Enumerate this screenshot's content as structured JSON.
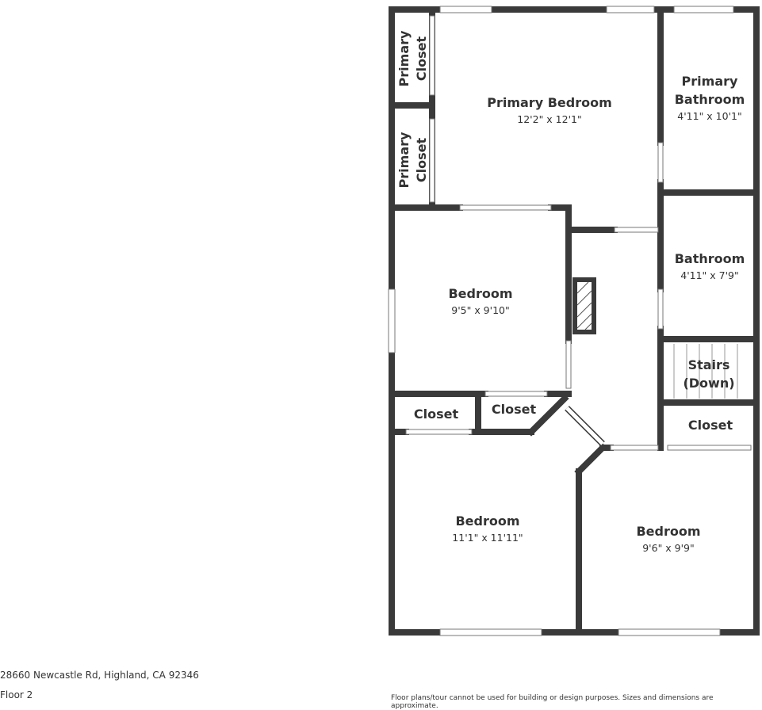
{
  "plan": {
    "rooms": [
      {
        "name": "Primary Closet",
        "line1": "Primary",
        "line2": "Closet"
      },
      {
        "name": "Primary Closet",
        "line1": "Primary",
        "line2": "Closet"
      },
      {
        "name": "Primary Bedroom",
        "dims": "12'2\" x 12'1\""
      },
      {
        "name": "Primary Bathroom",
        "line1": "Primary",
        "line2": "Bathroom",
        "dims": "4'11\" x 10'1\""
      },
      {
        "name": "Bedroom",
        "dims": "9'5\" x 9'10\""
      },
      {
        "name": "Bathroom",
        "dims": "4'11\" x 7'9\""
      },
      {
        "name": "Stairs (Down)",
        "line1": "Stairs",
        "line2": "(Down)"
      },
      {
        "name": "Closet"
      },
      {
        "name": "Closet"
      },
      {
        "name": "Closet"
      },
      {
        "name": "Bedroom",
        "dims": "11'1\" x 11'11\""
      },
      {
        "name": "Bedroom",
        "dims": "9'6\" x 9'9\""
      }
    ],
    "wall_color": "#3a3a3a"
  },
  "footer": {
    "address": "28660 Newcastle Rd, Highland, CA 92346",
    "floor": "Floor 2",
    "disclaimer": "Floor plans/tour cannot be used for building or design purposes. Sizes and dimensions are approximate."
  }
}
